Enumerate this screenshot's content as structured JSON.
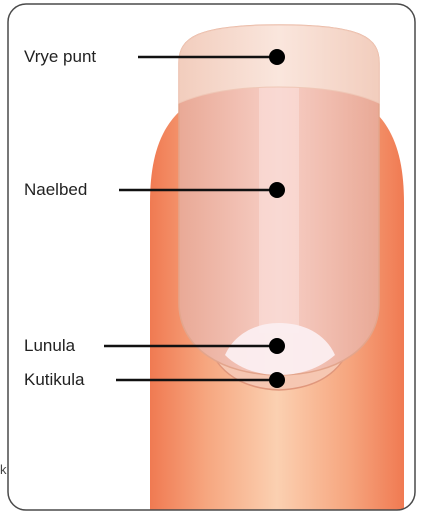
{
  "diagram": {
    "labels": [
      {
        "id": "free-edge",
        "text": "Vrye punt"
      },
      {
        "id": "nail-bed",
        "text": "Naelbed"
      },
      {
        "id": "lunula",
        "text": "Lunula"
      },
      {
        "id": "cuticle",
        "text": "Kutikula"
      }
    ],
    "stray_glyph": "k"
  },
  "colors": {
    "frame_border": "#4a4a4a",
    "finger_edge": "#f07a52",
    "finger_center": "#f9c9a8",
    "nail_plate": "#f0b6a2",
    "nail_highlight": "#fbe0dc",
    "free_edge": "#f7d9cd",
    "lunula": "#fbeeee",
    "leader_line": "#111111"
  }
}
